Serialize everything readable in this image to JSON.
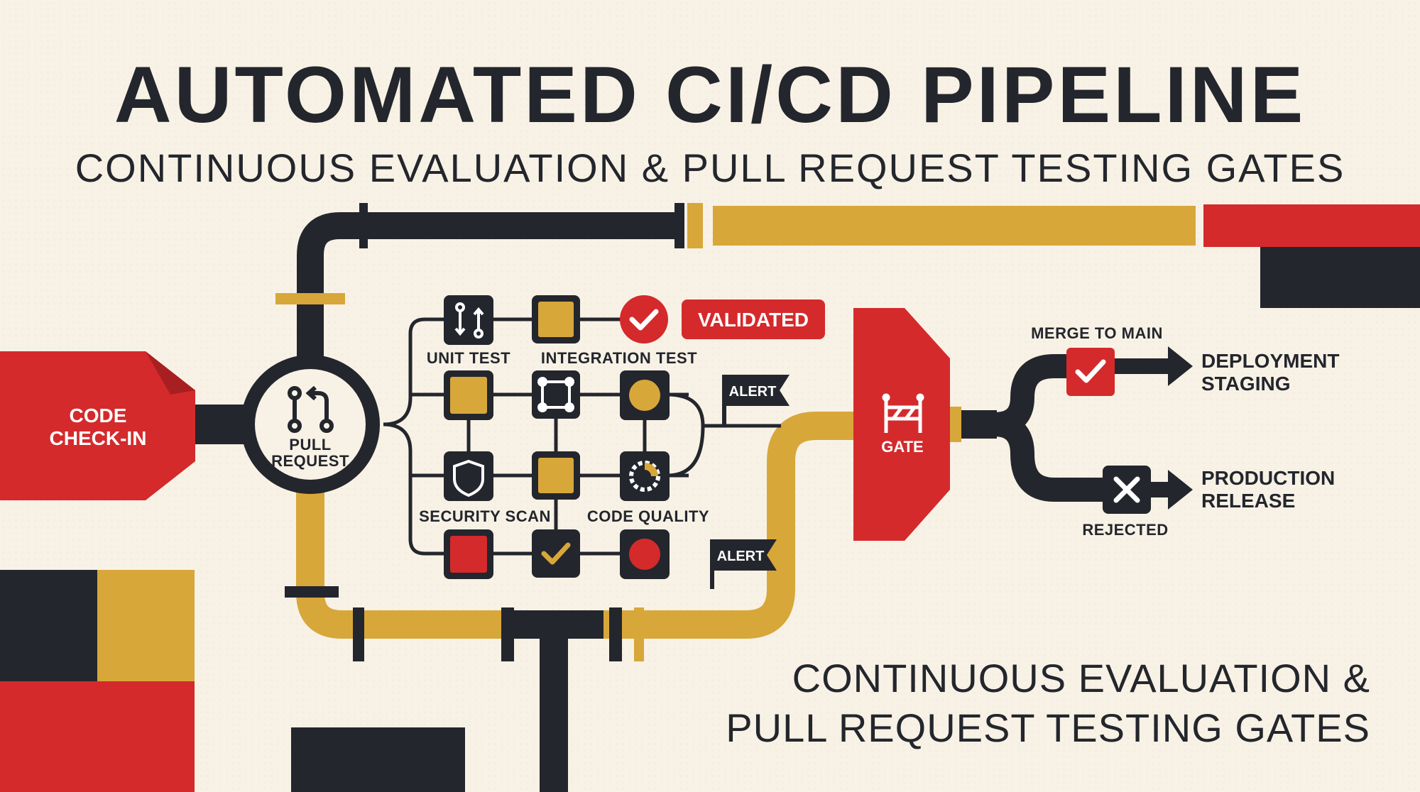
{
  "header": {
    "title": "AUTOMATED CI/CD PIPELINE",
    "subtitle": "CONTINUOUS EVALUATION & PULL REQUEST TESTING GATES"
  },
  "footer": {
    "line1": "CONTINUOUS EVALUATION &",
    "line2": "PULL REQUEST TESTING GATES"
  },
  "nodes": {
    "code_checkin_line1": "CODE",
    "code_checkin_line2": "CHECK-IN",
    "pull_request_line1": "PULL",
    "pull_request_line2": "REQUEST",
    "gate": "GATE"
  },
  "labels": {
    "unit_test": "UNIT TEST",
    "integration_test": "INTEGRATION TEST",
    "security_scan": "SECURITY SCAN",
    "code_quality": "CODE QUALITY",
    "validated": "VALIDATED",
    "alert_top": "ALERT",
    "alert_bottom": "ALERT",
    "merge_to_main": "MERGE TO MAIN",
    "rejected": "REJECTED"
  },
  "destinations": {
    "deployment_line1": "DEPLOYMENT",
    "deployment_line2": "STAGING",
    "production_line1": "PRODUCTION",
    "production_line2": "RELEASE"
  },
  "colors": {
    "red": "#d42a2c",
    "yellow": "#d8a73a",
    "dark": "#24262d",
    "background": "#f8f2e6"
  },
  "icons": {
    "pull_request": "git-pull-request-icon",
    "gate": "barrier-gate-icon",
    "check": "check-icon",
    "cross": "cross-icon",
    "shield": "shield-icon",
    "nodes": "node-graph-icon",
    "pie": "pie-chart-icon"
  }
}
